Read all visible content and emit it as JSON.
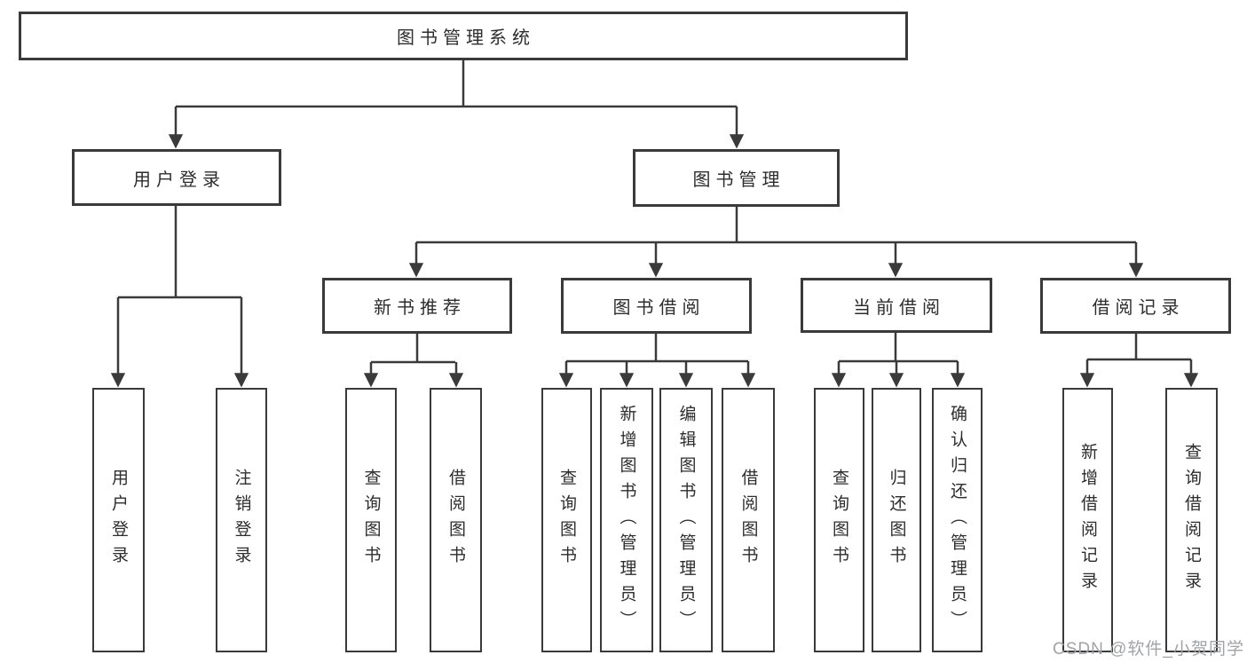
{
  "diagram": {
    "root": "图书管理系统",
    "user_login": {
      "label": "用户登录",
      "children": [
        "用户登录",
        "注销登录"
      ]
    },
    "book_management": {
      "label": "图书管理",
      "new_books": {
        "label": "新书推荐",
        "children": [
          "查询图书",
          "借阅图书"
        ]
      },
      "book_borrow": {
        "label": "图书借阅",
        "children": [
          "查询图书",
          "新增图书（管理员）",
          "编辑图书（管理员）",
          "借阅图书"
        ]
      },
      "current_borrow": {
        "label": "当前借阅",
        "children": [
          "查询图书",
          "归还图书",
          "确认归还（管理员）"
        ]
      },
      "borrow_records": {
        "label": "借阅记录",
        "children": [
          "新增借阅记录",
          "查询借阅记录"
        ]
      }
    },
    "colors": {
      "line": "#3a3a3a",
      "text": "#2d2d2d",
      "box_bg": "#ffffff"
    }
  },
  "watermark": {
    "text": "CSDN @软件_小贺同学"
  }
}
